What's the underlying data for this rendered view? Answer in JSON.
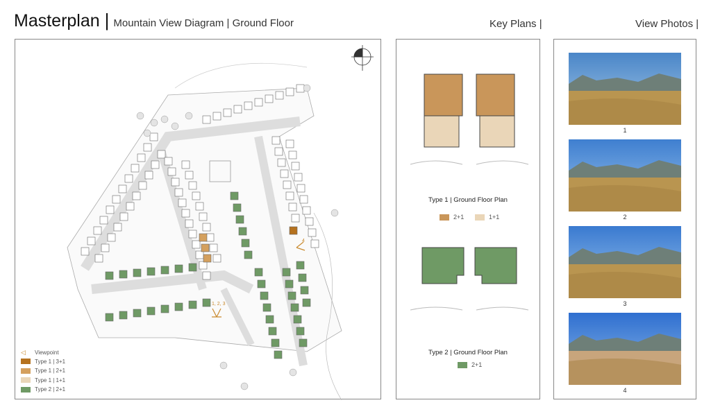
{
  "header": {
    "title": "Masterplan",
    "separator": "|",
    "subtitle": "Mountain View Diagram | Ground Floor",
    "key_plans": "Key Plans |",
    "view_photos": "View Photos |"
  },
  "masterplan": {
    "viewpoint_labels": [
      "1, 2, 3",
      "4"
    ],
    "legend": [
      {
        "label": "Viewpoint",
        "icon": "viewpoint-icon",
        "color": "#c98a2e"
      },
      {
        "label": "Type 1 | 3+1",
        "color": "#b5721f"
      },
      {
        "label": "Type 1 | 2+1",
        "color": "#d4a05e"
      },
      {
        "label": "Type 1 | 1+1",
        "color": "#ead6b8"
      },
      {
        "label": "Type 2 | 2+1",
        "color": "#6f9a65"
      }
    ]
  },
  "key_plans": {
    "type1": {
      "caption": "Type 1 | Ground Floor Plan",
      "legend": [
        {
          "label": "2+1",
          "color": "#c9965a"
        },
        {
          "label": "1+1",
          "color": "#ead6b8"
        }
      ]
    },
    "type2": {
      "caption": "Type 2 | Ground Floor Plan",
      "legend": [
        {
          "label": "2+1",
          "color": "#6f9a65"
        }
      ]
    }
  },
  "photos": [
    {
      "label": "1"
    },
    {
      "label": "2"
    },
    {
      "label": "3"
    },
    {
      "label": "4"
    }
  ]
}
